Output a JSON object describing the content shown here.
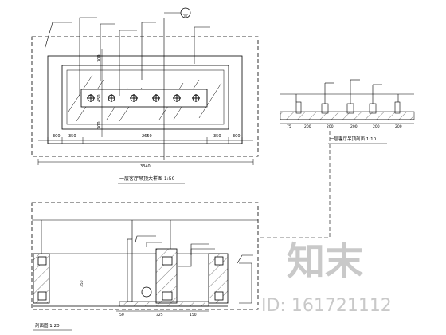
{
  "plan": {
    "dims_top": [
      "300",
      "350",
      "2650",
      "350",
      "300"
    ],
    "dims_side": [
      "300",
      "450",
      "300"
    ],
    "total": "3340",
    "caption": "一层客厅吊顶大样图 1:50"
  },
  "detail": {
    "dims": [
      "75",
      "200",
      "200",
      "200",
      "200",
      "200"
    ],
    "caption": "一层客厅吊顶剖面 1:10"
  },
  "section": {
    "dims_bottom": [
      "50",
      "325",
      "150"
    ],
    "dim_side": "350",
    "caption": "剖面图 1:20"
  },
  "watermark": {
    "logo_text": "知末",
    "id_text": "ID: 161721112"
  }
}
